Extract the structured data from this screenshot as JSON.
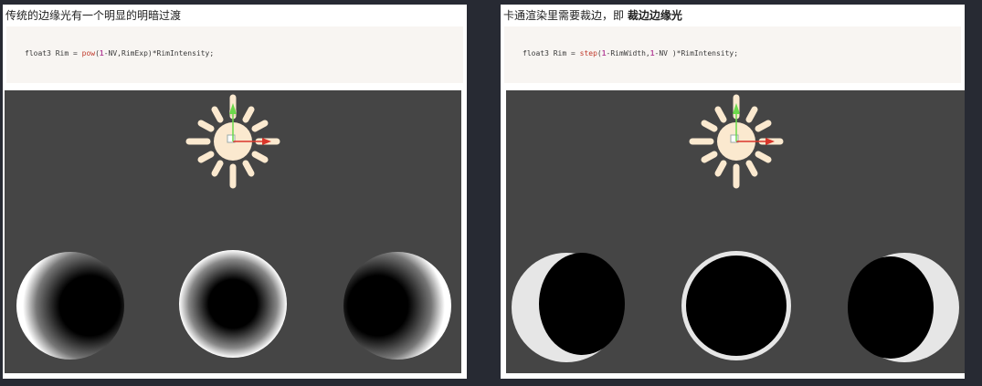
{
  "left_panel": {
    "heading": "传统的边缘光有一个明显的明暗过渡",
    "code": {
      "prefix": "float3 Rim = ",
      "fn": "pow",
      "paren_open": "(",
      "one": "1",
      "rest": "-NV,RimExp)*RimIntensity;"
    }
  },
  "right_panel": {
    "heading": "卡通渲染里需要裁边，即 ",
    "heading_bold": "裁边边缘光",
    "code": {
      "prefix": "float3 Rim = ",
      "fn": "step",
      "paren_open": "(",
      "one": "1",
      "mid": "-RimWidth,",
      "one2": "1",
      "rest": "-NV )*RimIntensity;"
    }
  },
  "colors": {
    "background": "#272a33",
    "viewport": "#454545",
    "sun": "#fbe9cf",
    "gizmo_x": "#d9362b",
    "gizmo_y": "#6bd94b"
  },
  "icons": [
    "sun-light-gizmo-icon"
  ]
}
